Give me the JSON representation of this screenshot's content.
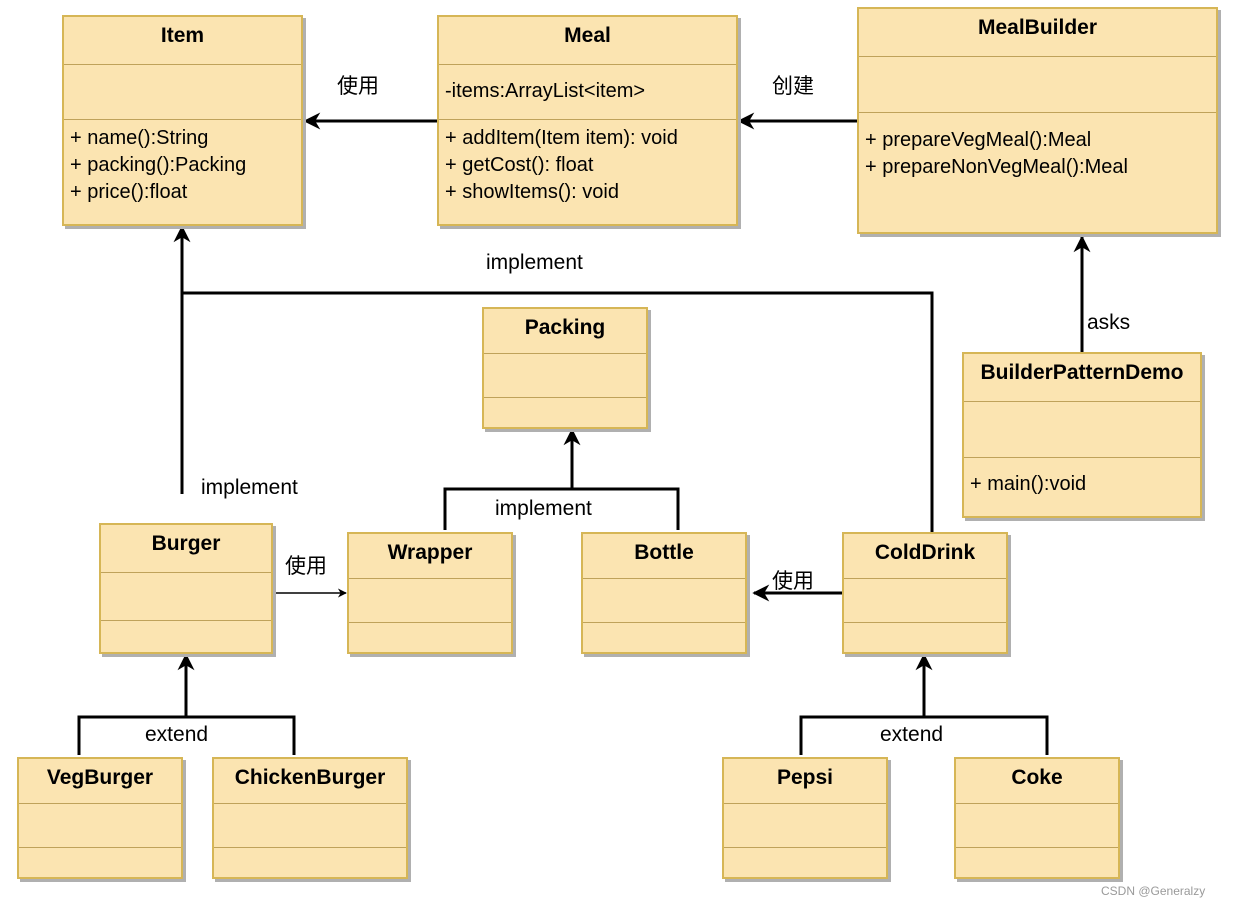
{
  "classes": {
    "item": {
      "name": "Item",
      "attributes": [],
      "methods": [
        "+ name():String",
        "+ packing():Packing",
        "+ price():float"
      ]
    },
    "meal": {
      "name": "Meal",
      "attributes": [
        "-items:ArrayList<item>"
      ],
      "methods": [
        "+ addItem(Item item): void",
        "+ getCost(): float",
        "+ showItems(): void"
      ]
    },
    "mealbuilder": {
      "name": "MealBuilder",
      "attributes": [],
      "methods": [
        "+ prepareVegMeal():Meal",
        "+ prepareNonVegMeal():Meal"
      ]
    },
    "packing": {
      "name": "Packing",
      "attributes": [],
      "methods": []
    },
    "builderpatterndemo": {
      "name": "BuilderPatternDemo",
      "attributes": [],
      "methods": [
        "+ main():void"
      ]
    },
    "burger": {
      "name": "Burger",
      "attributes": [],
      "methods": []
    },
    "wrapper": {
      "name": "Wrapper",
      "attributes": [],
      "methods": []
    },
    "bottle": {
      "name": "Bottle",
      "attributes": [],
      "methods": []
    },
    "colddrink": {
      "name": "ColdDrink",
      "attributes": [],
      "methods": []
    },
    "vegburger": {
      "name": "VegBurger",
      "attributes": [],
      "methods": []
    },
    "chickenburger": {
      "name": "ChickenBurger",
      "attributes": [],
      "methods": []
    },
    "pepsi": {
      "name": "Pepsi",
      "attributes": [],
      "methods": []
    },
    "coke": {
      "name": "Coke",
      "attributes": [],
      "methods": []
    }
  },
  "labels": {
    "meal_uses_item": "使用",
    "builder_creates_meal": "创建",
    "implement_item_top": "implement",
    "demo_asks_builder": "asks",
    "burger_implement": "implement",
    "packing_implement": "implement",
    "burger_uses_wrapper": "使用",
    "colddrink_uses_bottle": "使用",
    "burger_extend": "extend",
    "colddrink_extend": "extend"
  },
  "watermark": "CSDN @Generalzy",
  "colors": {
    "class_fill": "#fbe4b1",
    "class_border": "#d6b656",
    "line": "#000000"
  }
}
